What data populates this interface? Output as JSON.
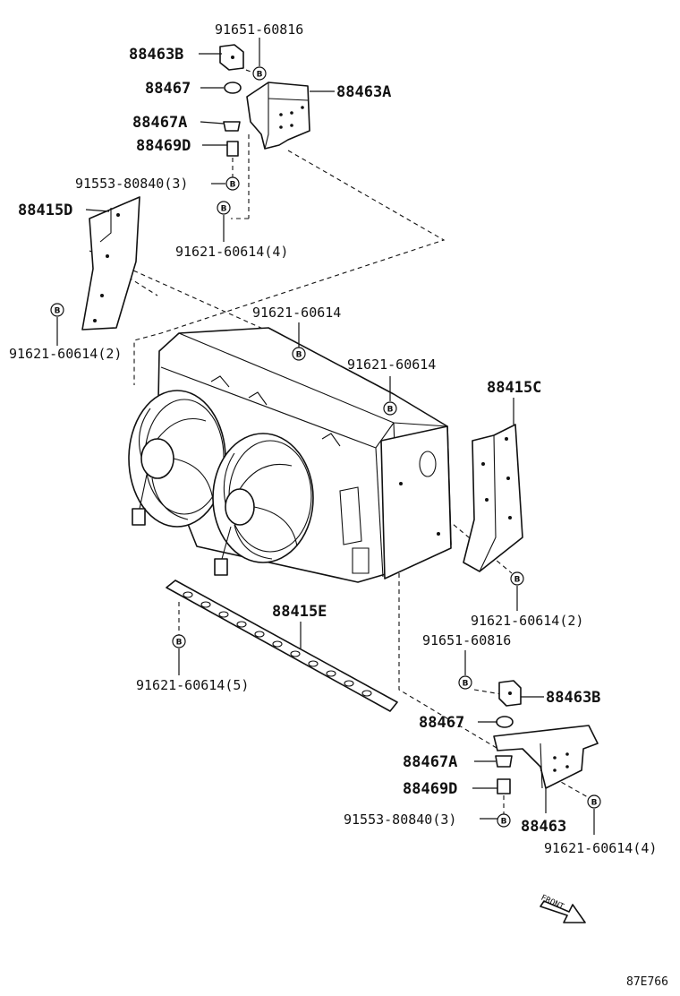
{
  "bolt_marker": "B",
  "labels": {
    "p_91651_top": "91651-60816",
    "p_88463B_top": "88463B",
    "p_88467_top": "88467",
    "p_88463A": "88463A",
    "p_88467A_top": "88467A",
    "p_88469D_top": "88469D",
    "p_91553_top": "91553-80840(3)",
    "p_88415D": "88415D",
    "p_91621_4_top": "91621-60614(4)",
    "p_91621_mid_left": "91621-60614",
    "p_91621_2_left": "91621-60614(2)",
    "p_91621_mid_right": "91621-60614",
    "p_88415C": "88415C",
    "p_88415E": "88415E",
    "p_91621_2_right": "91621-60614(2)",
    "p_91651_bottom": "91651-60816",
    "p_91621_5": "91621-60614(5)",
    "p_88463B_bottom": "88463B",
    "p_88467_bottom": "88467",
    "p_88467A_bottom": "88467A",
    "p_88469D_bottom": "88469D",
    "p_91553_bottom": "91553-80840(3)",
    "p_88463": "88463",
    "p_91621_4_bottom": "91621-60614(4)"
  },
  "front_label": "FRONT",
  "figure_code": "87E766"
}
